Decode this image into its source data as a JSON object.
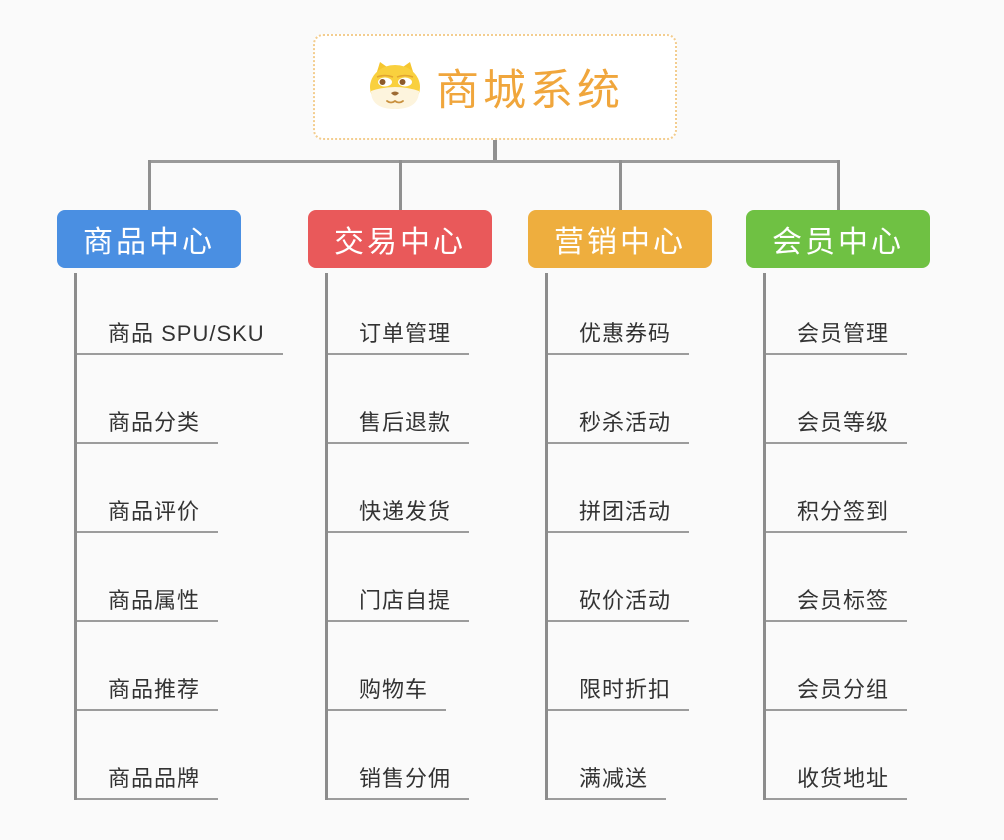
{
  "root": {
    "title": "商城系统",
    "icon": "dog-face-icon"
  },
  "colors": {
    "background": "#fafafa",
    "root_border": "#f3cd8f",
    "root_text": "#f0a63c",
    "connector_line": "#909090",
    "leaf_underline": "#9c9c9c",
    "leaf_text": "#333333"
  },
  "categories": [
    {
      "label": "商品中心",
      "color": "#4a8fe2",
      "items": [
        "商品 SPU/SKU",
        "商品分类",
        "商品评价",
        "商品属性",
        "商品推荐",
        "商品品牌"
      ]
    },
    {
      "label": "交易中心",
      "color": "#e9595a",
      "items": [
        "订单管理",
        "售后退款",
        "快递发货",
        "门店自提",
        "购物车",
        "销售分佣"
      ]
    },
    {
      "label": "营销中心",
      "color": "#eeae3e",
      "items": [
        "优惠券码",
        "秒杀活动",
        "拼团活动",
        "砍价活动",
        "限时折扣",
        "满减送"
      ]
    },
    {
      "label": "会员中心",
      "color": "#6fc143",
      "items": [
        "会员管理",
        "会员等级",
        "积分签到",
        "会员标签",
        "会员分组",
        "收货地址"
      ]
    }
  ]
}
